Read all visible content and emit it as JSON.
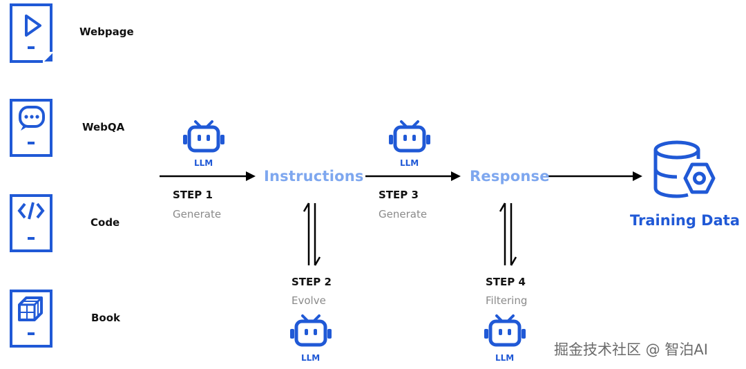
{
  "sources": [
    {
      "label": "Webpage",
      "icon": "play-page-icon"
    },
    {
      "label": "WebQA",
      "icon": "chat-page-icon"
    },
    {
      "label": "Code",
      "icon": "code-page-icon"
    },
    {
      "label": "Book",
      "icon": "cube-page-icon"
    }
  ],
  "llm_label": "LLM",
  "nodes": {
    "instructions": "Instructions",
    "response": "Response",
    "training_data": "Training Data"
  },
  "steps": [
    {
      "title": "STEP 1",
      "action": "Generate"
    },
    {
      "title": "STEP 2",
      "action": "Evolve"
    },
    {
      "title": "STEP 3",
      "action": "Generate"
    },
    {
      "title": "STEP 4",
      "action": "Filtering"
    }
  ],
  "watermark": "掘金技术社区 @ 智泊AI",
  "colors": {
    "accent": "#2059d6",
    "node_text": "#7ea7ef",
    "muted": "#8a8a8a"
  }
}
